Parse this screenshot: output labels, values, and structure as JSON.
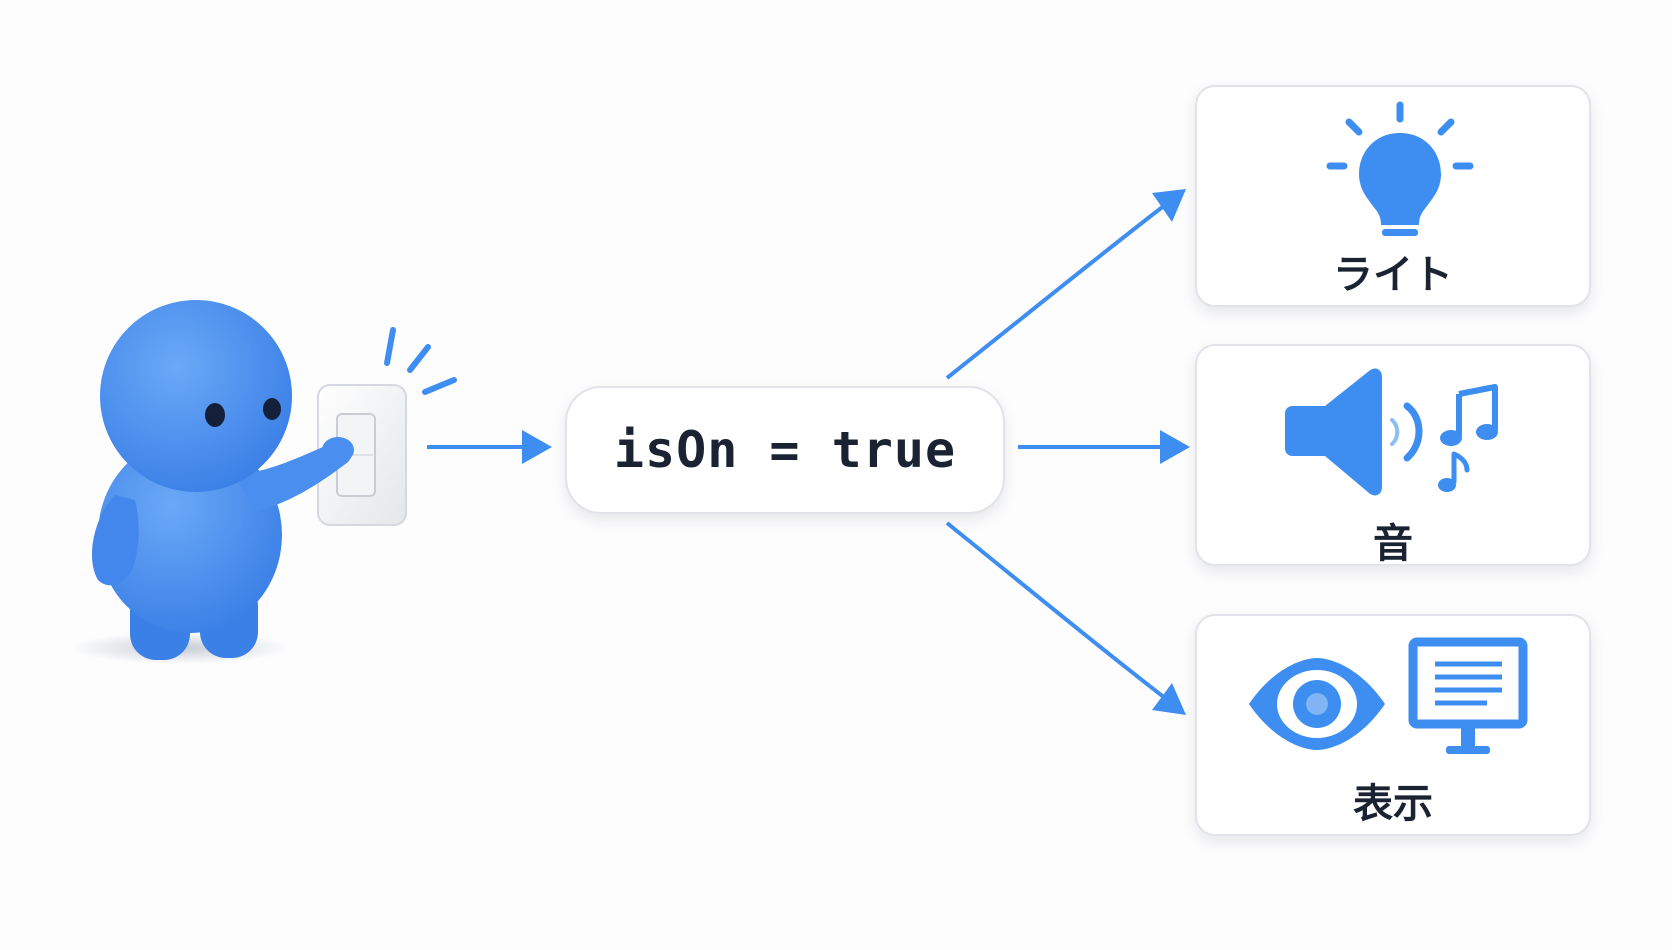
{
  "code": {
    "text": "isOn = true"
  },
  "outputs": [
    {
      "label": "ライト",
      "icon": "light-bulb-icon"
    },
    {
      "label": "音",
      "icon": "speaker-music-icon"
    },
    {
      "label": "表示",
      "icon": "eye-monitor-icon"
    }
  ],
  "colors": {
    "accent": "#3d8ef0",
    "character": "#4b8ff0",
    "text": "#1b2333",
    "border": "#e1e3e8"
  }
}
